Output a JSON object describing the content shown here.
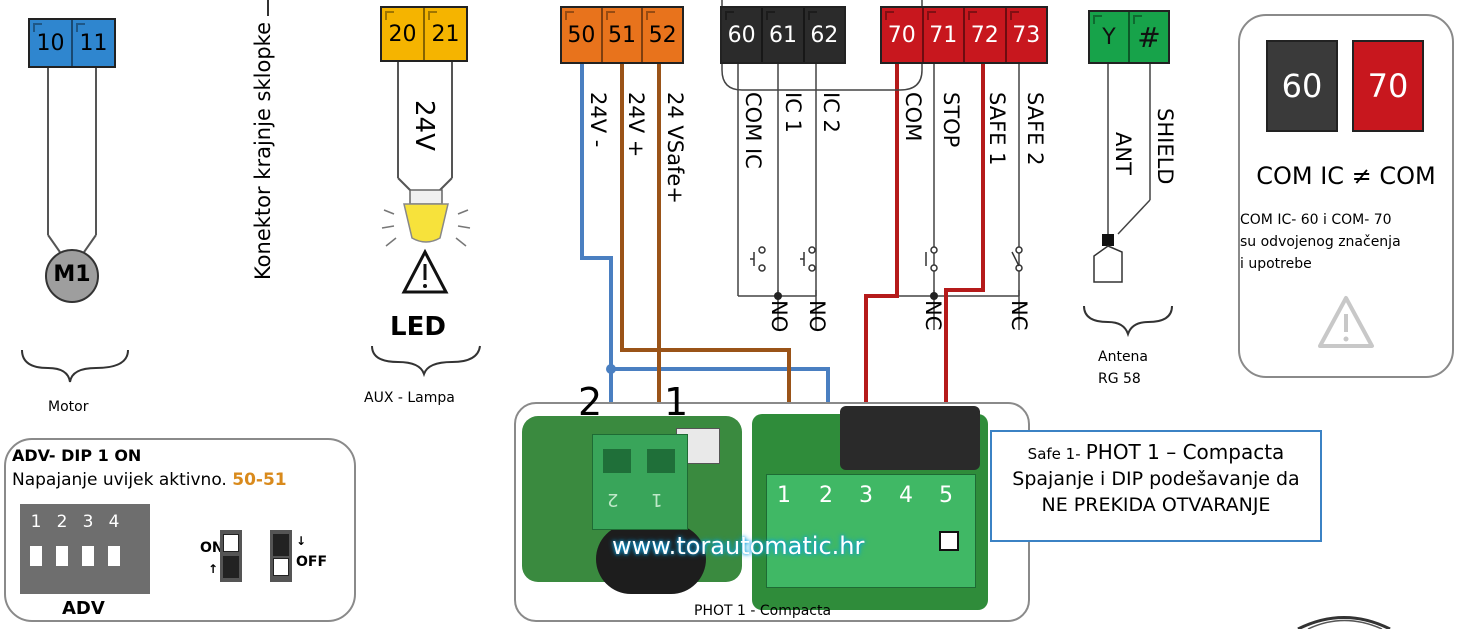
{
  "terminals": {
    "motor": [
      "10",
      "11"
    ],
    "lamp": [
      "20",
      "21"
    ],
    "power": [
      "50",
      "51",
      "52"
    ],
    "inputs": [
      "60",
      "61",
      "62"
    ],
    "safety": [
      "70",
      "71",
      "72",
      "73"
    ],
    "antenna": [
      "Y",
      "#"
    ]
  },
  "motor": {
    "symbol": "M1",
    "caption": "Motor"
  },
  "limit_switch": {
    "label": "Konektor krajnje sklopke"
  },
  "lamp": {
    "voltage": "24V",
    "type": "LED",
    "caption": "AUX - Lampa"
  },
  "power_labels": [
    "24V -",
    "24V +",
    "24 VSafe+"
  ],
  "input_labels": [
    "COM IC",
    "IC 1",
    "IC 2"
  ],
  "safety_labels": [
    "COM",
    "STOP",
    "SAFE 1",
    "SAFE 2"
  ],
  "contact_labels": {
    "no1": "NO",
    "no2": "NO",
    "nc1": "NC",
    "nc2": "NC"
  },
  "antenna": {
    "ant": "ANT",
    "shield": "SHIELD",
    "caption_line1": "Antena",
    "caption_line2": "RG 58"
  },
  "com_note": {
    "block_left": "60",
    "block_right": "70",
    "title": "COM IC ≠ COM",
    "line1": "COM IC- 60 i COM- 70",
    "line2": "su odvojenog značenja",
    "line3": "i upotrebe"
  },
  "adv": {
    "title": "ADV- DIP 1 ON",
    "desc": "Napajanje uvijek aktivno.",
    "desc_highlight": "50-51",
    "dip_numbers": [
      "1",
      "2",
      "3",
      "4"
    ],
    "label": "ADV",
    "on": "ON",
    "off": "OFF"
  },
  "phot": {
    "tx_pins": [
      "2",
      "1"
    ],
    "rx_pins": [
      "1",
      "2",
      "3",
      "4",
      "5"
    ],
    "marker_2": "2",
    "marker_1": "1",
    "watermark": "www.torautomatic.hr",
    "caption": "PHOT 1 - Compacta"
  },
  "info_box": {
    "prefix": "Safe 1-",
    "title": "PHOT 1 – Compacta",
    "line2": "Spajanje i DIP podešavanje da",
    "line3": "NE PREKIDA OTVARANJE"
  },
  "colors": {
    "motor": "#2f86cf",
    "lamp": "#f5b400",
    "power": "#e8731c",
    "inputs": "#2b2b2b",
    "safety": "#c8171e",
    "antenna": "#17a34a",
    "wire_blue": "#4a7fc1",
    "wire_brown": "#9a5318",
    "wire_red": "#b51a1a"
  }
}
